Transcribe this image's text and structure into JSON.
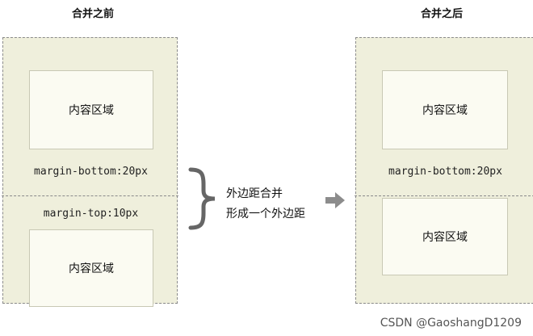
{
  "before": {
    "title": "合并之前",
    "inner_top_label": "内容区域",
    "inner_bottom_label": "内容区域",
    "margin_bottom": "margin-bottom:20px",
    "margin_top": "margin-top:10px"
  },
  "after": {
    "title": "合并之后",
    "inner_top_label": "内容区域",
    "inner_bottom_label": "内容区域",
    "margin_bottom": "margin-bottom:20px"
  },
  "merge": {
    "line1": "外边距合并",
    "line2": "形成一个外边距"
  },
  "footer": "CSDN @GaoshangD1209"
}
